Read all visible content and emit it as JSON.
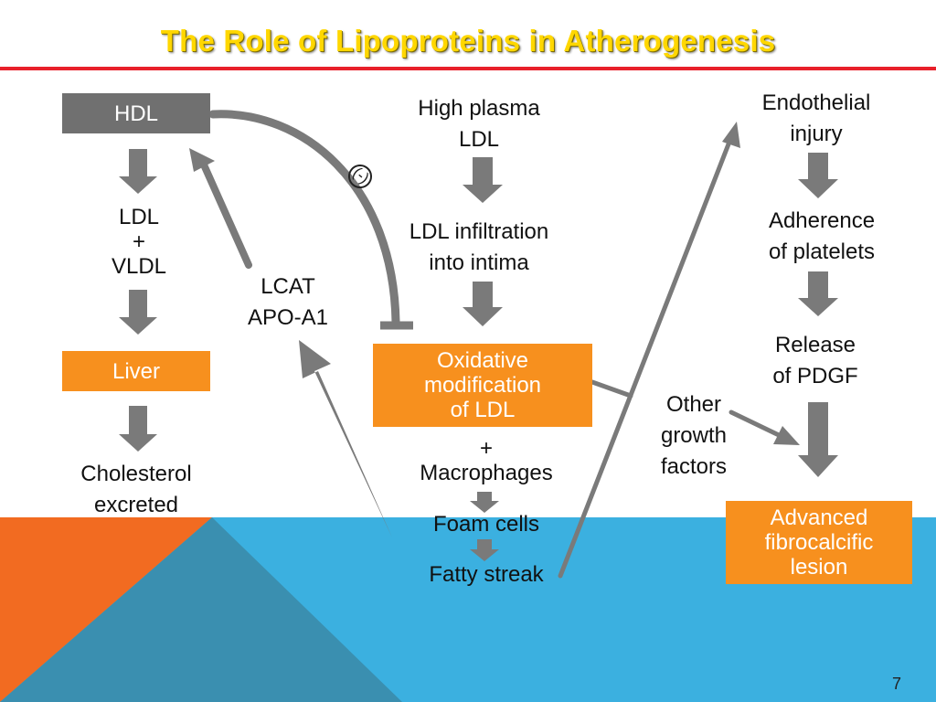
{
  "slide": {
    "title": "The Role of Lipoproteins in Atherogenesis",
    "page_number": "7",
    "colors": {
      "title": "#FFD700",
      "rule": "#E8202A",
      "orange": "#F7901E",
      "gray_box": "#707070",
      "arrow": "#7A7A7A",
      "sky": "#3BB0E0",
      "teal": "#3A8FB0"
    }
  },
  "left_column": {
    "hdl": "HDL",
    "ldl_vldl": "LDL\n+\nVLDL",
    "liver": "Liver",
    "cholesterol": "Cholesterol\nexcreted"
  },
  "lcat": "LCAT\nAPO-A1",
  "inhibition_symbol": "(-)",
  "middle_column": {
    "high_plasma": "High plasma\nLDL",
    "infiltration": "LDL infiltration\ninto intima",
    "oxidative": "Oxidative\nmodification\nof LDL",
    "macrophages": "+\nMacrophages",
    "foam_cells": "Foam cells",
    "fatty_streak": "Fatty streak"
  },
  "right_column": {
    "endothelial": "Endothelial\ninjury",
    "adherence": "Adherence\nof platelets",
    "pdgf": "Release\nof PDGF",
    "other_growth": "Other\ngrowth\nfactors",
    "advanced": "Advanced\nfibrocalcific\nlesion"
  }
}
